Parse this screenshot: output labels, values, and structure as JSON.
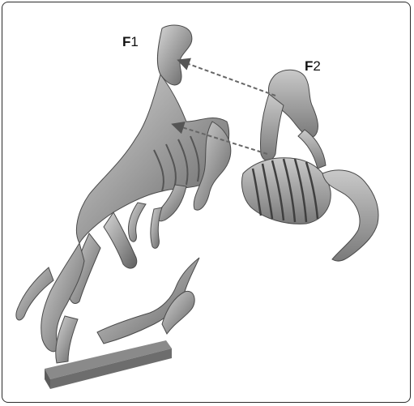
{
  "figure": {
    "labels": [
      {
        "letter": "F",
        "index": "1"
      },
      {
        "letter": "F",
        "index": "2"
      }
    ],
    "icons": [
      "horse-sculpture-icon",
      "horse-skeleton-icon",
      "dashed-arrow-icon"
    ],
    "colors": {
      "frame": "#2b2b2b",
      "model": "#9a9a9a",
      "shadow": "#555555",
      "arrow": "#666666"
    }
  }
}
